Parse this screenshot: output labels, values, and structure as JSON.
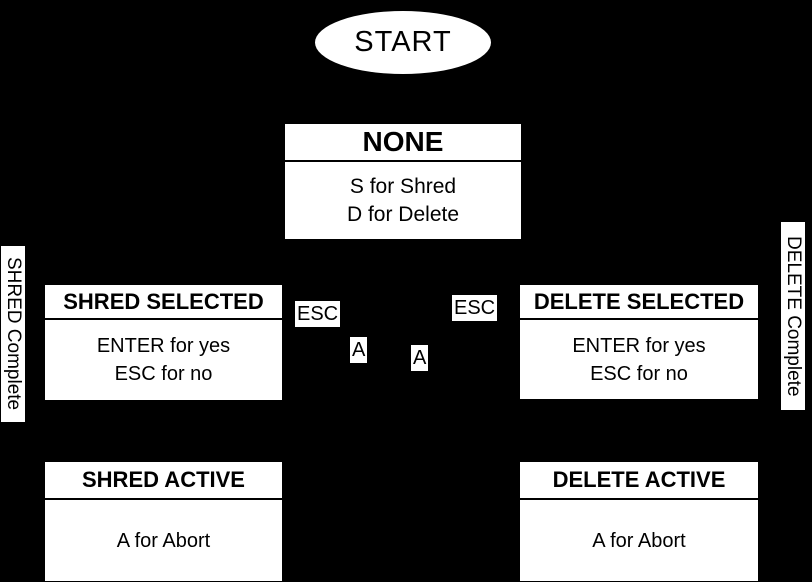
{
  "diagram": {
    "colors": {
      "background": "#000000",
      "node_fill": "#ffffff",
      "node_text": "#000000"
    },
    "start_label": "START",
    "states": {
      "none": {
        "title": "NONE",
        "line1": "S for Shred",
        "line2": "D for Delete"
      },
      "shred_selected": {
        "title": "SHRED SELECTED",
        "line1": "ENTER for yes",
        "line2": "ESC for no"
      },
      "delete_selected": {
        "title": "DELETE SELECTED",
        "line1": "ENTER for yes",
        "line2": "ESC for no"
      },
      "shred_active": {
        "title": "SHRED ACTIVE",
        "line1": "A for Abort"
      },
      "delete_active": {
        "title": "DELETE ACTIVE",
        "line1": "A for Abort"
      }
    },
    "edge_labels": {
      "esc_left": "ESC",
      "a_left": "A",
      "a_right": "A",
      "esc_right": "ESC",
      "shred_complete": "SHRED Complete",
      "delete_complete": "DELETE Complete"
    }
  }
}
